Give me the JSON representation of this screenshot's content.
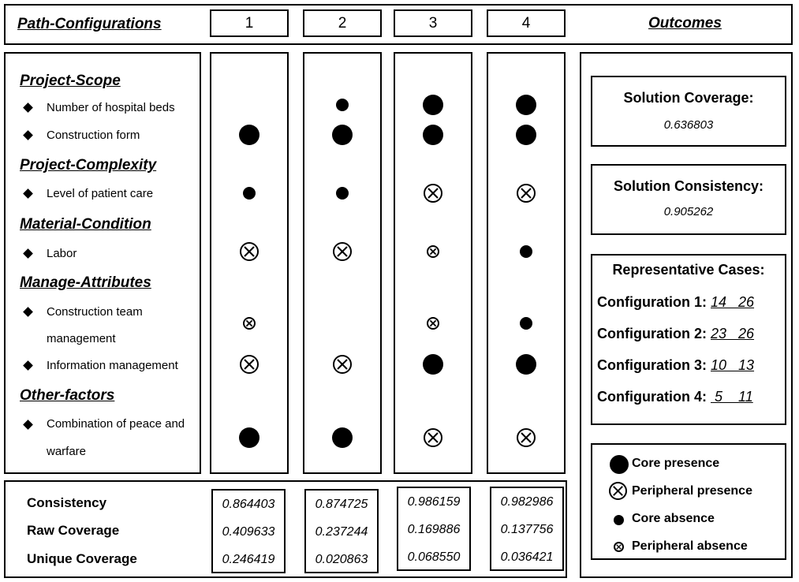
{
  "header": {
    "left_title": "Path-Configurations",
    "right_title": "Outcomes",
    "columns": [
      "1",
      "2",
      "3",
      "4"
    ]
  },
  "conditions": {
    "categories": {
      "scope": "Project-Scope",
      "complexity": "Project-Complexity",
      "material": "Material-Condition",
      "manage": "Manage-Attributes",
      "other": "Other-factors"
    },
    "items": {
      "beds": "Number of hospital beds",
      "form": "Construction form",
      "care": "Level of patient care",
      "labor": "Labor",
      "team_1": "Construction team",
      "team_2": "management",
      "info": "Information management",
      "peace_1": "Combination of peace and",
      "peace_2": "warfare"
    }
  },
  "matrix": {
    "beds": [
      "",
      "core-absence",
      "core-presence",
      "core-presence"
    ],
    "form": [
      "core-presence",
      "core-presence",
      "core-presence",
      "core-presence"
    ],
    "care": [
      "core-absence",
      "core-absence",
      "peripheral-presence",
      "peripheral-presence"
    ],
    "labor": [
      "peripheral-presence",
      "peripheral-presence",
      "peripheral-absence",
      "core-absence"
    ],
    "team": [
      "peripheral-absence",
      "",
      "peripheral-absence",
      "core-absence"
    ],
    "info": [
      "peripheral-presence",
      "peripheral-presence",
      "core-presence",
      "core-presence"
    ],
    "peace": [
      "core-presence",
      "core-presence",
      "peripheral-presence",
      "peripheral-presence"
    ]
  },
  "stats": {
    "labels": {
      "consistency": "Consistency",
      "raw": "Raw Coverage",
      "unique": "Unique Coverage"
    },
    "values": [
      {
        "consistency": "0.864403",
        "raw": "0.409633",
        "unique": "0.246419"
      },
      {
        "consistency": "0.874725",
        "raw": "0.237244",
        "unique": "0.020863"
      },
      {
        "consistency": "0.986159",
        "raw": "0.169886",
        "unique": "0.068550"
      },
      {
        "consistency": "0.982986",
        "raw": "0.137756",
        "unique": "0.036421"
      }
    ]
  },
  "outcomes": {
    "coverage_label": "Solution Coverage:",
    "coverage_value": "0.636803",
    "consistency_label": "Solution Consistency:",
    "consistency_value": "0.905262",
    "rep_title": "Representative Cases:",
    "rep": [
      {
        "label": "Configuration 1:",
        "cases": "14   26"
      },
      {
        "label": "Configuration 2:",
        "cases": "23   26"
      },
      {
        "label": "Configuration 3:",
        "cases": "10   13"
      },
      {
        "label": "Configuration 4:",
        "cases": " 5    11"
      }
    ]
  },
  "legend": {
    "core_presence": "Core presence",
    "peripheral_presence": "Peripheral presence",
    "core_absence": "Core absence",
    "peripheral_absence": "Peripheral absence"
  }
}
